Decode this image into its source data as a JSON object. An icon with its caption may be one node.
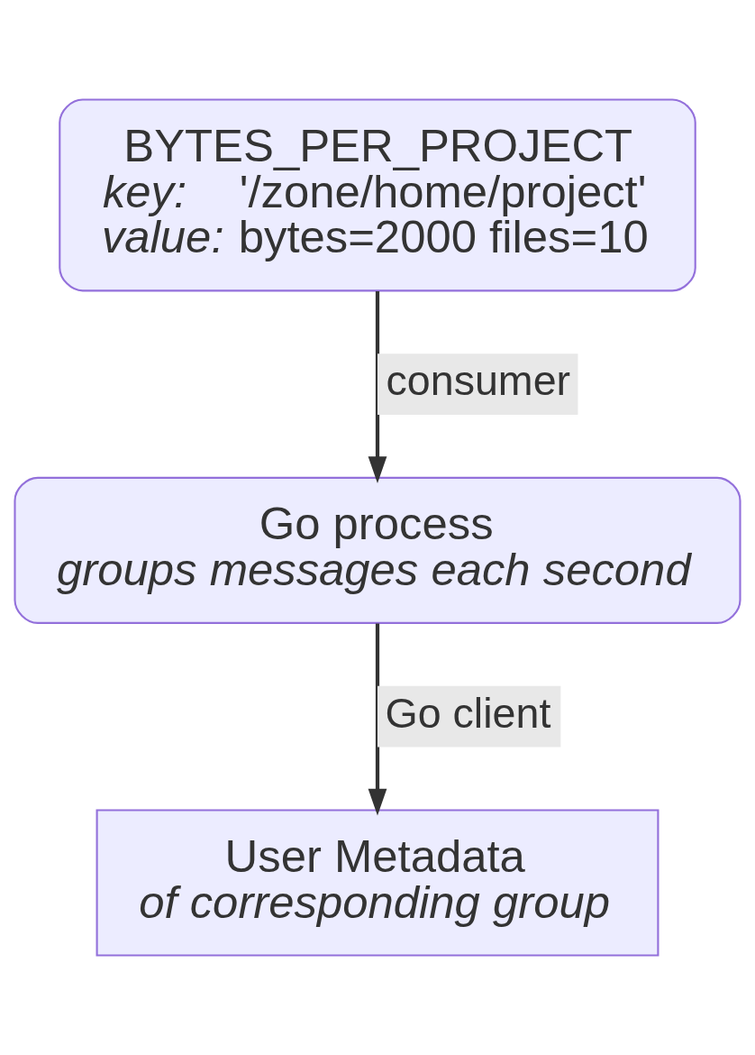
{
  "diagram": {
    "nodes": [
      {
        "text": [
          "BYTES_PER_PROJECT",
          "*key:*    '/zone/home/project'",
          "*value:* bytes=2000 files=10"
        ]
      },
      {
        "text": [
          "Go process",
          "*groups messages each second*"
        ]
      },
      {
        "text": [
          "User Metadata",
          "*of corresponding group*"
        ]
      }
    ],
    "edges": [
      {
        "from": 0,
        "to": 1,
        "arrow": "to",
        "label": "consumer"
      },
      {
        "from": 1,
        "to": 2,
        "arrow": "to",
        "label": "Go client"
      }
    ]
  }
}
